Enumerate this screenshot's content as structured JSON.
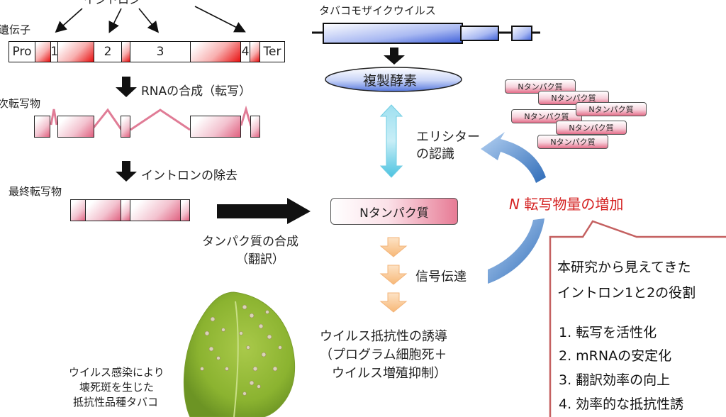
{
  "gene": {
    "label": "遺伝子",
    "top_label_partial": "イントロン",
    "boxes": [
      "Pro",
      "1",
      "2",
      "3",
      "4",
      "Ter"
    ]
  },
  "steps": {
    "transcription": "RNAの合成（転写）",
    "primary_transcript": "一次転写物",
    "intron_removal": "イントロンの除去",
    "final_transcript": "最終転写物",
    "translation_line1": "タンパク質の合成",
    "translation_line2": "（翻訳）"
  },
  "virus": {
    "label": "タバコモザイクウイルス",
    "enzyme": "複製酵素"
  },
  "recognition": {
    "line1": "エリシター",
    "line2": "の認識"
  },
  "n_protein": {
    "main_label": "Nタンパク質",
    "small_labels": [
      "Nタンパク質",
      "Nタンパク質",
      "Nタンパク質",
      "Nタンパク質",
      "Nタンパク質",
      "Nタンパク質"
    ]
  },
  "signal": {
    "label": "信号伝達",
    "result_line1": "ウイルス抵抗性の誘導",
    "result_line2": "（プログラム細胞死＋",
    "result_line3": "ウイルス増殖抑制）"
  },
  "transcript_increase": {
    "italic_prefix": "N",
    "text": " 転写物量の増加",
    "color": "#d42020"
  },
  "callout": {
    "title_line1": "本研究から見えてきた",
    "title_line2": "イントロン1と2の役割",
    "items": [
      "1. 転写を活性化",
      "2. mRNAの安定化",
      "3. 翻訳効率の向上",
      "4. 効率的な抵抗性誘"
    ],
    "border_color": "#c46060"
  },
  "leaf": {
    "caption_line1": "ウイルス感染により",
    "caption_line2": "壊死斑を生じた",
    "caption_line3": "抵抗性品種タバコ"
  }
}
